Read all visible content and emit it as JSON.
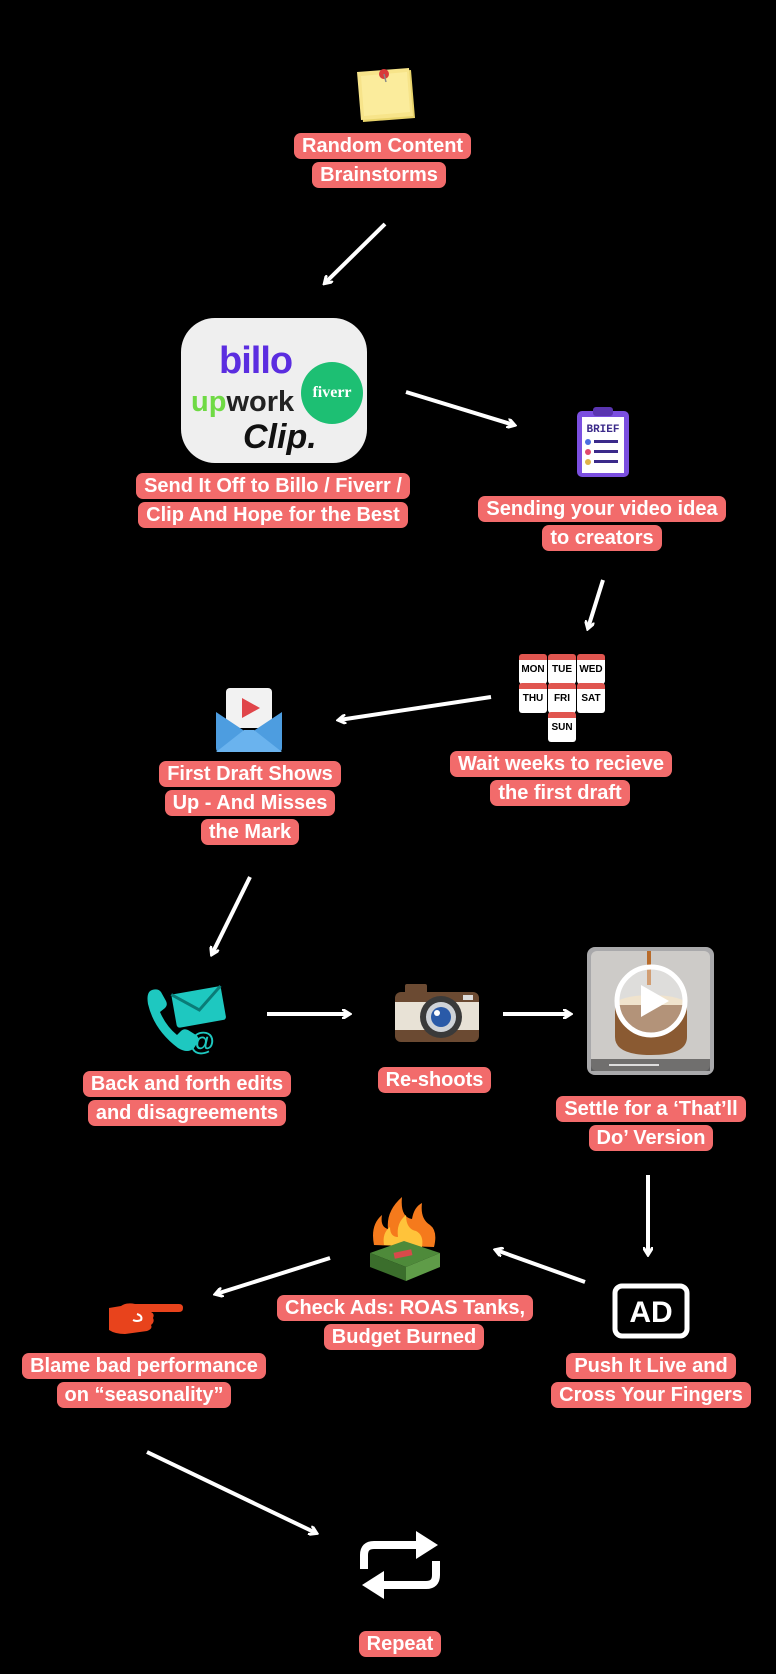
{
  "steps": [
    {
      "label": "Random Content Brainstorms",
      "icon": "sticky-note-icon"
    },
    {
      "label": "Send It Off to Billo / Fiverr / Clip And Hope for the Best",
      "icon": "platform-logos-icon"
    },
    {
      "label": "Sending your video idea to creators",
      "icon": "brief-clipboard-icon"
    },
    {
      "label": "Wait weeks to recieve the first draft",
      "icon": "calendar-days-icon"
    },
    {
      "label": "First Draft Shows Up - And Misses the Mark",
      "icon": "video-envelope-icon"
    },
    {
      "label": "Back and forth edits and disagreements",
      "icon": "phone-email-icon"
    },
    {
      "label": "Re-shoots",
      "icon": "camera-icon"
    },
    {
      "label": "Settle for a ‘That’ll Do’ Version",
      "icon": "video-thumbnail-icon"
    },
    {
      "label": "Push It Live and Cross Your Fingers",
      "icon": "ad-icon"
    },
    {
      "label": "Check Ads: ROAS Tanks, Budget Burned",
      "icon": "burning-money-icon"
    },
    {
      "label": "Blame bad performance on “seasonality”",
      "icon": "pointing-hand-icon"
    },
    {
      "label": "Repeat",
      "icon": "repeat-icon"
    }
  ],
  "logos": {
    "billo": "billo",
    "upwork_up": "up",
    "upwork_rest": "work",
    "clip": "Clip.",
    "fiverr": "fiverr"
  },
  "brief_text": "BRIEF",
  "calendar_days": [
    "MON",
    "TUE",
    "WED",
    "THU",
    "FRI",
    "SAT",
    "SUN"
  ],
  "ad_text": "AD",
  "colors": {
    "background": "#000000",
    "label_bg": "#f26b6b",
    "label_text": "#ffffff",
    "arrow": "#ffffff"
  }
}
